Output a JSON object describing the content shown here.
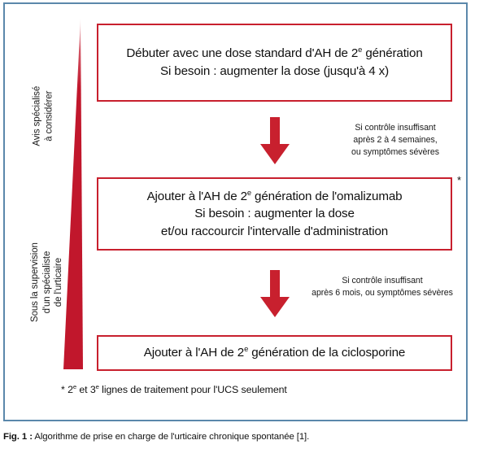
{
  "figure": {
    "caption_label": "Fig. 1 :",
    "caption_text": "Algorithme de prise en charge de l'urticaire chronique spontanée [1].",
    "footnote": "* 2e et 3e lignes de traitement pour l'UCS seulement",
    "asterisk_marker": "*"
  },
  "colors": {
    "box_border": "#c8202e",
    "arrow": "#c8202e",
    "wedge": "#c1172c",
    "outer_frame": "#5b88ab",
    "text": "#101010",
    "background": "#ffffff"
  },
  "side_labels": [
    {
      "name": "avis-specialise",
      "lines": [
        "Avis spécialisé",
        "à considérer"
      ]
    },
    {
      "name": "sous-supervision",
      "lines": [
        "Sous la supervision",
        "d'un spécialiste",
        "de l'urticaire"
      ]
    }
  ],
  "steps": [
    {
      "id": "step-1",
      "lines": [
        "Débuter avec une dose standard d'AH de 2e génération",
        "Si besoin : augmenter la dose (jusqu'à 4 x)"
      ]
    },
    {
      "id": "step-2",
      "lines": [
        "Ajouter à l'AH de 2e génération de l'omalizumab",
        "Si besoin : augmenter la dose",
        "et/ou raccourcir l'intervalle d'administration"
      ]
    },
    {
      "id": "step-3",
      "lines": [
        "Ajouter à l'AH de 2e génération de la ciclosporine"
      ]
    }
  ],
  "transitions": [
    {
      "id": "transition-1",
      "icon": "down-arrow-icon",
      "lines": [
        "Si contrôle insuffisant",
        "après 2 à 4 semaines,",
        "ou symptômes sévères"
      ]
    },
    {
      "id": "transition-2",
      "icon": "down-arrow-icon",
      "lines": [
        "Si contrôle insuffisant",
        "après 6 mois, ou symptômes sévères"
      ]
    }
  ]
}
